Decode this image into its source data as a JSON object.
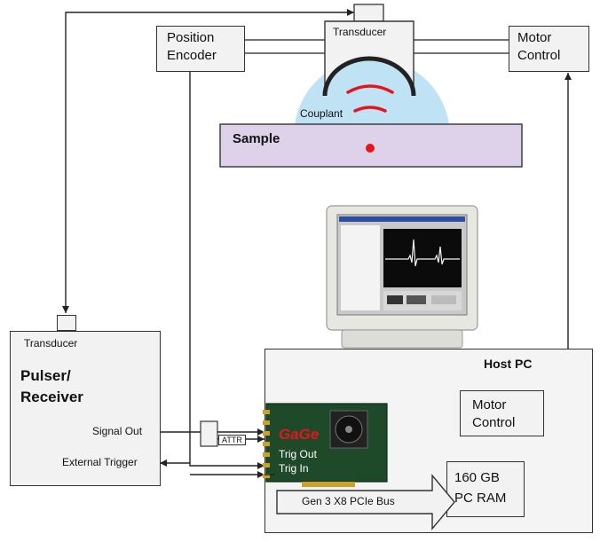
{
  "labels": {
    "position_encoder": [
      "Position",
      "Encoder"
    ],
    "transducer_top": "Transducer",
    "motor_control_top": [
      "Motor",
      "Control"
    ],
    "couplant": "Couplant",
    "sample": "Sample",
    "pulser_transducer": "Transducer",
    "pulser_title": [
      "Pulser/",
      "Receiver"
    ],
    "signal_out": "Signal Out",
    "external_trigger": "External Trigger",
    "attr": "ATTR",
    "host_pc": "Host PC",
    "motor_control_pc": [
      "Motor",
      "Control"
    ],
    "gage_logo": "GaGe",
    "trig_out": "Trig Out",
    "trig_in": "Trig In",
    "pcie_bus": "Gen 3 X8 PCIe Bus",
    "pc_ram": [
      "160 GB",
      "PC RAM"
    ]
  },
  "colors": {
    "box_fill": "#f2f2f2",
    "sample_fill": "#ddd2ea",
    "couplant_fill": "#bfe3f5",
    "wave_red": "#e8141c",
    "card_green": "#1f4a2a",
    "line": "#222222"
  }
}
